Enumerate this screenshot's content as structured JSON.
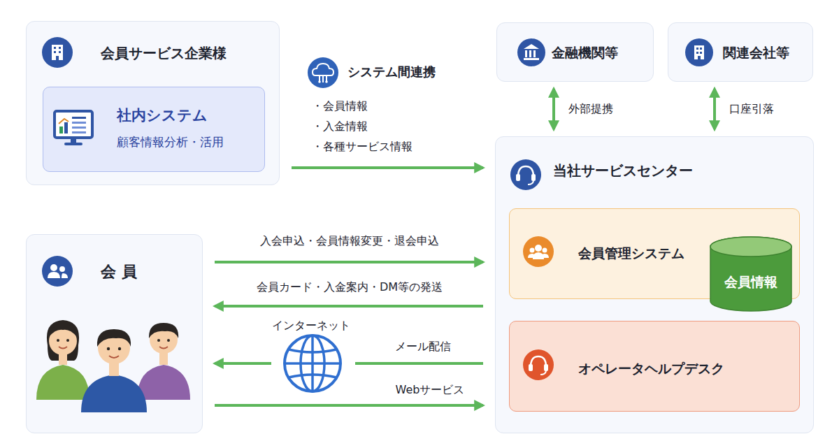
{
  "diagram": {
    "nodes": [
      {
        "text": [
          "会員サービス企業様"
        ]
      },
      {
        "text": [
          "社内システム",
          "顧客情報分析・活用"
        ],
        "in": 0
      },
      {
        "text": [
          "金融機関等"
        ]
      },
      {
        "text": [
          "関連会社等"
        ]
      },
      {
        "text": [
          "当社サービスセンター"
        ]
      },
      {
        "text": [
          "会員管理システム"
        ],
        "in": 4
      },
      {
        "text": [
          "会員情報"
        ],
        "in": 5
      },
      {
        "text": [
          "オペレータヘルプデスク"
        ],
        "in": 4
      },
      {
        "text": [
          "会員"
        ]
      }
    ],
    "edges": [
      {
        "from": 0,
        "to": 4,
        "label": "システム間連携",
        "arrow": "to"
      },
      {
        "from": 2,
        "to": 4,
        "label": "外部提携",
        "arrow": "both"
      },
      {
        "from": 3,
        "to": 4,
        "label": "口座引落",
        "arrow": "both"
      },
      {
        "from": 8,
        "to": 4,
        "label": "入会申込・会員情報変更・退会申込",
        "arrow": "to"
      },
      {
        "from": 4,
        "to": 8,
        "label": "会員カード・入金案内・DM等の発送",
        "arrow": "to"
      },
      {
        "from": 4,
        "to": 8,
        "label": "メール配信",
        "arrow": "to"
      },
      {
        "from": 8,
        "to": 4,
        "label": "Webサービス",
        "arrow": "to"
      }
    ],
    "labels": [
      "・会員情報",
      "・入金情報",
      "・各種サービス情報",
      "インターネット"
    ]
  }
}
